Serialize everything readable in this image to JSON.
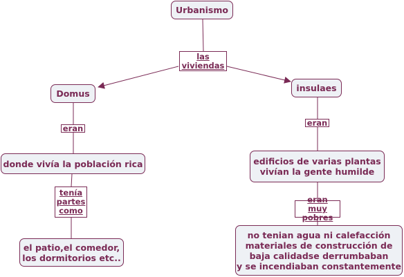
{
  "diagram": {
    "nodes": {
      "urbanismo": "Urbanismo",
      "domus": "Domus",
      "insulaes": "insulaes",
      "poblacion": "donde vivía la población rica",
      "edificios": "edificios de varias plantas\nvivían la gente humilde",
      "patio": "el patio,el comedor,\nlos dormitorios etc..",
      "agua": "no tenian agua ni calefacción\nmateriales de construcción de\nbaja calidadse derrumbaban\ny se incendiaban constantemente"
    },
    "link_labels": {
      "viviendas": "las\nviviendas",
      "eran_left": "eran",
      "eran_right": "eran",
      "tenia": "tenía\npartes\ncomo",
      "eran_muy": "eran muy\npobres"
    },
    "colors": {
      "line": "#7a2a55",
      "node_fill": "#eef1f5"
    }
  }
}
